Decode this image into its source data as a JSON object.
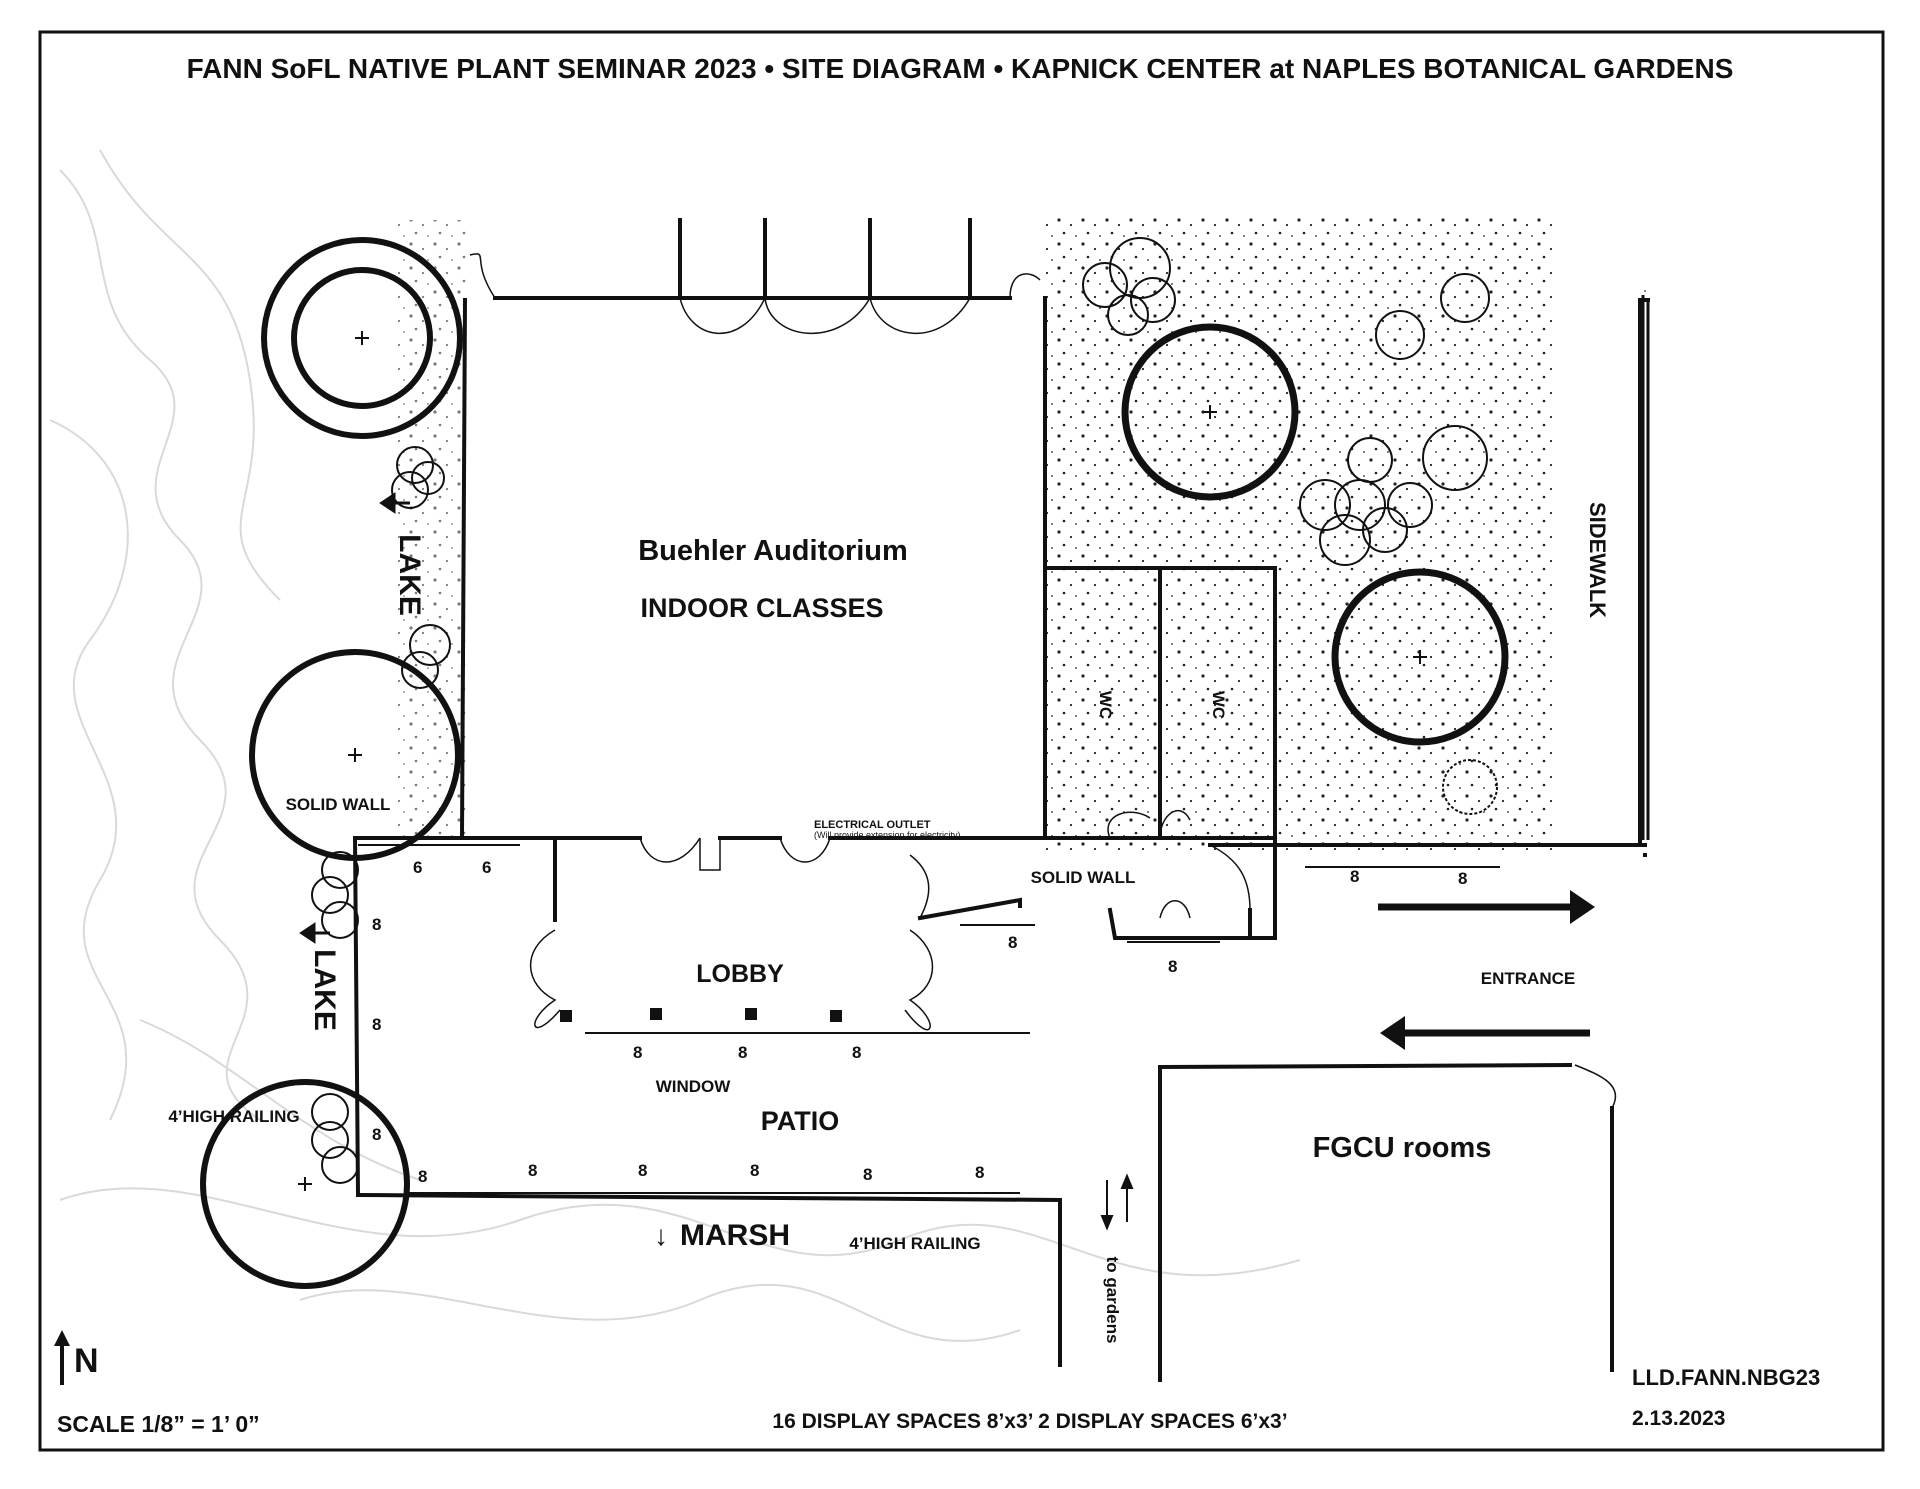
{
  "title": "FANN SoFL NATIVE PLANT SEMINAR 2023 • SITE DIAGRAM • KAPNICK CENTER at NAPLES BOTANICAL GARDENS",
  "rooms": {
    "auditorium": "Buehler Auditorium",
    "auditorium_sub": "INDOOR CLASSES",
    "lobby": "LOBBY",
    "patio": "PATIO",
    "fgcu": "FGCU rooms",
    "wc": "WC"
  },
  "labels": {
    "lake": "LAKE",
    "marsh": "MARSH",
    "sidewalk": "SIDEWALK",
    "entrance": "ENTRANCE",
    "to_gardens": "to gardens",
    "solid_wall": "SOLID WALL",
    "electrical_outlet": "ELECTRICAL OUTLET",
    "electrical_note": "(Will provide extension for electricity)",
    "window": "WINDOW",
    "railing": "4’HIGH RAILING",
    "north": "N"
  },
  "dimensions": {
    "eight": "8",
    "six": "6"
  },
  "footer": {
    "scale": "SCALE 1/8” = 1’ 0”",
    "display_spaces": "16 DISPLAY SPACES 8’x3’  2 DISPLAY SPACES 6’x3’",
    "drawing_id": "LLD.FANN.NBG23",
    "date": "2.13.2023"
  }
}
